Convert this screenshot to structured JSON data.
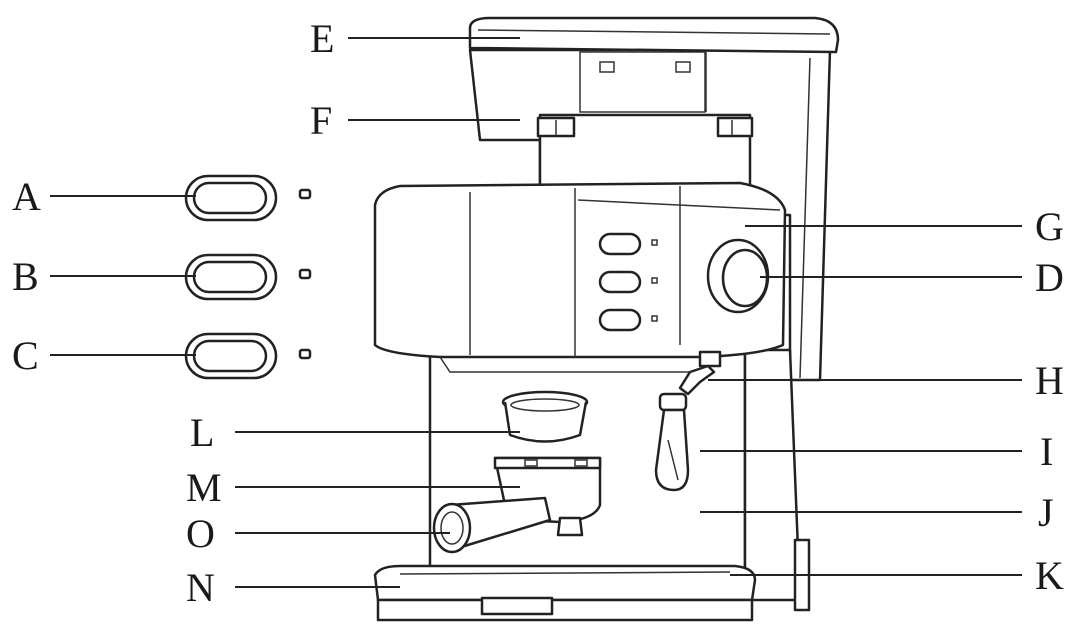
{
  "labels": {
    "A": "A",
    "B": "B",
    "C": "C",
    "D": "D",
    "E": "E",
    "F": "F",
    "G": "G",
    "H": "H",
    "I": "I",
    "J": "J",
    "K": "K",
    "L": "L",
    "M": "M",
    "N": "N",
    "O": "O"
  }
}
